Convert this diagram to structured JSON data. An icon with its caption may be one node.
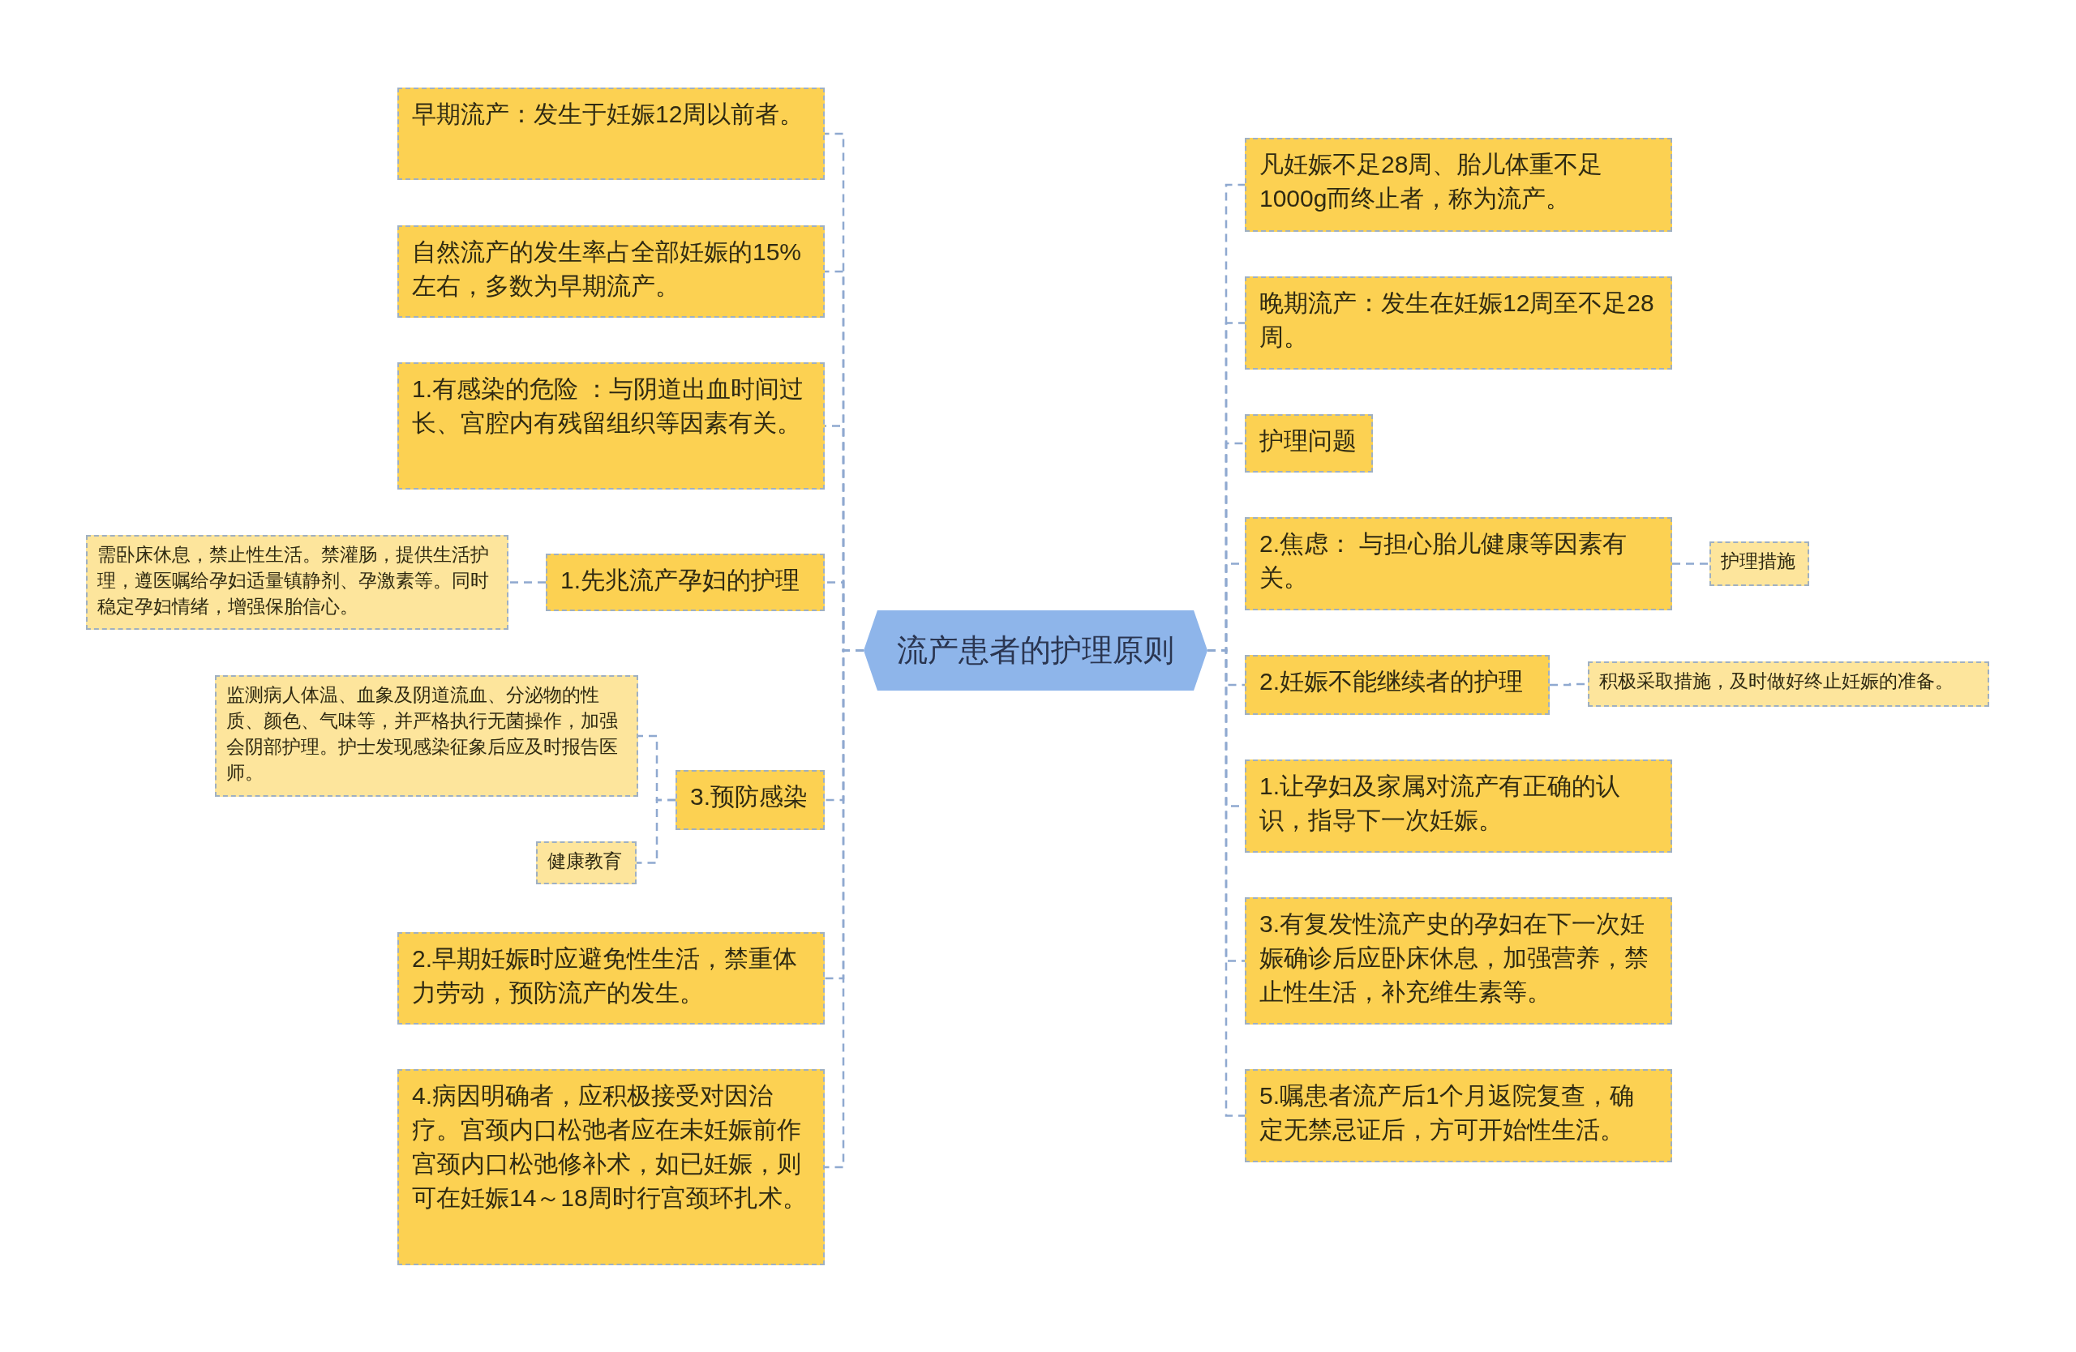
{
  "diagram": {
    "nodes": [
      {
        "text": [
          "流产患者的护理原则"
        ]
      },
      {
        "text": [
          "早期流产：发生于妊娠12周以前者。"
        ]
      },
      {
        "text": [
          "自然流产的发生率占全部妊娠的15%左右，多数为早期流产。"
        ]
      },
      {
        "text": [
          "1.有感染的危险 ：与阴道出血时间过长、宫腔内有残留组织等因素有关。"
        ]
      },
      {
        "text": [
          "1.先兆流产孕妇的护理"
        ]
      },
      {
        "text": [
          "需卧床休息，禁止性生活。禁灌肠，提供生活护理，遵医嘱给孕妇适量镇静剂、孕激素等。同时稳定孕妇情绪，增强保胎信心。"
        ]
      },
      {
        "text": [
          "3.预防感染"
        ]
      },
      {
        "text": [
          "监测病人体温、血象及阴道流血、分泌物的性质、颜色、气味等，并严格执行无菌操作，加强会阴部护理。护士发现感染征象后应及时报告医师。"
        ]
      },
      {
        "text": [
          "健康教育"
        ]
      },
      {
        "text": [
          "2.早期妊娠时应避免性生活，禁重体力劳动，预防流产的发生。"
        ]
      },
      {
        "text": [
          "4.病因明确者，应积极接受对因治疗。宫颈内口松弛者应在未妊娠前作宫颈内口松弛修补术，如已妊娠，则可在妊娠14～18周时行宫颈环扎术。"
        ]
      },
      {
        "text": [
          "凡妊娠不足28周、胎儿体重不足1000g而终止者，称为流产。"
        ]
      },
      {
        "text": [
          "晚期流产：发生在妊娠12周至不足28周。"
        ]
      },
      {
        "text": [
          "护理问题"
        ]
      },
      {
        "text": [
          "2.焦虑： 与担心胎儿健康等因素有关。"
        ]
      },
      {
        "text": [
          "护理措施"
        ]
      },
      {
        "text": [
          "2.妊娠不能继续者的护理"
        ]
      },
      {
        "text": [
          "积极采取措施，及时做好终止妊娠的准备。"
        ]
      },
      {
        "text": [
          "1.让孕妇及家属对流产有正确的认识，指导下一次妊娠。"
        ]
      },
      {
        "text": [
          "3.有复发性流产史的孕妇在下一次妊娠确诊后应卧床休息，加强营养，禁止性生活，补充维生素等。"
        ]
      },
      {
        "text": [
          "5.嘱患者流产后1个月返院复查，确定无禁忌证后，方可开始性生活。"
        ]
      }
    ],
    "edges": [
      {
        "from": 0,
        "to": 1,
        "arrow": "none"
      },
      {
        "from": 0,
        "to": 2,
        "arrow": "none"
      },
      {
        "from": 0,
        "to": 3,
        "arrow": "none"
      },
      {
        "from": 0,
        "to": 4,
        "arrow": "none"
      },
      {
        "from": 4,
        "to": 5,
        "arrow": "none"
      },
      {
        "from": 0,
        "to": 6,
        "arrow": "none"
      },
      {
        "from": 6,
        "to": 7,
        "arrow": "none"
      },
      {
        "from": 6,
        "to": 8,
        "arrow": "none"
      },
      {
        "from": 0,
        "to": 9,
        "arrow": "none"
      },
      {
        "from": 0,
        "to": 10,
        "arrow": "none"
      },
      {
        "from": 0,
        "to": 11,
        "arrow": "none"
      },
      {
        "from": 0,
        "to": 12,
        "arrow": "none"
      },
      {
        "from": 0,
        "to": 13,
        "arrow": "none"
      },
      {
        "from": 0,
        "to": 14,
        "arrow": "none"
      },
      {
        "from": 14,
        "to": 15,
        "arrow": "none"
      },
      {
        "from": 0,
        "to": 16,
        "arrow": "none"
      },
      {
        "from": 16,
        "to": 17,
        "arrow": "none"
      },
      {
        "from": 0,
        "to": 18,
        "arrow": "none"
      },
      {
        "from": 0,
        "to": 19,
        "arrow": "none"
      },
      {
        "from": 0,
        "to": 20,
        "arrow": "none"
      }
    ]
  }
}
